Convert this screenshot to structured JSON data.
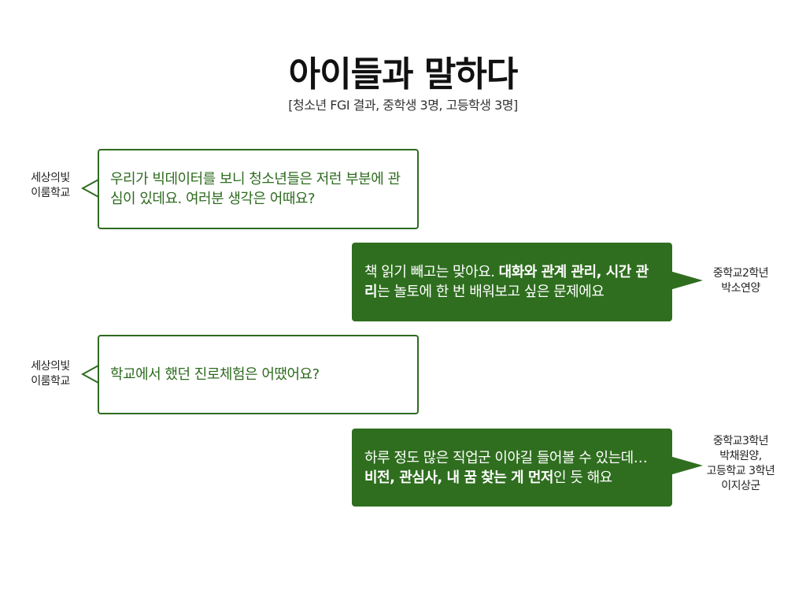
{
  "title": "아이들과 말하다",
  "subtitle": "[청소년 FGI 결과, 중학생 3명, 고등학생 3명]",
  "colors": {
    "accent": "#2f6e1f",
    "outline": "#2e6b1f",
    "answer_text": "#ffffff"
  },
  "conversation": [
    {
      "role": "question",
      "speaker": [
        "세상의빛",
        "이룸학교"
      ],
      "segments": [
        {
          "text": "우리가 빅데이터를 보니 청소년들은 저런 부분에 관심이 있데요. 여러분 생각은 어때요?",
          "bold": false
        }
      ]
    },
    {
      "role": "answer",
      "speaker": [
        "중학교2학년",
        "박소연양"
      ],
      "segments": [
        {
          "text": "책 읽기 빼고는 맞아요. ",
          "bold": false
        },
        {
          "text": "대화와 관계 관리, 시간 관리",
          "bold": true
        },
        {
          "text": "는 놀토에 한 번 배워보고 싶은 문제에요",
          "bold": false
        }
      ]
    },
    {
      "role": "question",
      "speaker": [
        "세상의빛",
        "이룸학교"
      ],
      "segments": [
        {
          "text": "학교에서 했던 진로체험은 어땠어요?",
          "bold": false
        }
      ]
    },
    {
      "role": "answer",
      "speaker": [
        "중학교3학년",
        "박채원양,",
        "고등학교 3학년",
        "이지상군"
      ],
      "segments": [
        {
          "text": "하루 정도 많은 직업군 이야길 들어볼 수 있는데… ",
          "bold": false
        },
        {
          "text": "비전, 관심사, 내 꿈 찾는 게 먼저",
          "bold": true
        },
        {
          "text": "인 듯 해요",
          "bold": false
        }
      ]
    }
  ]
}
